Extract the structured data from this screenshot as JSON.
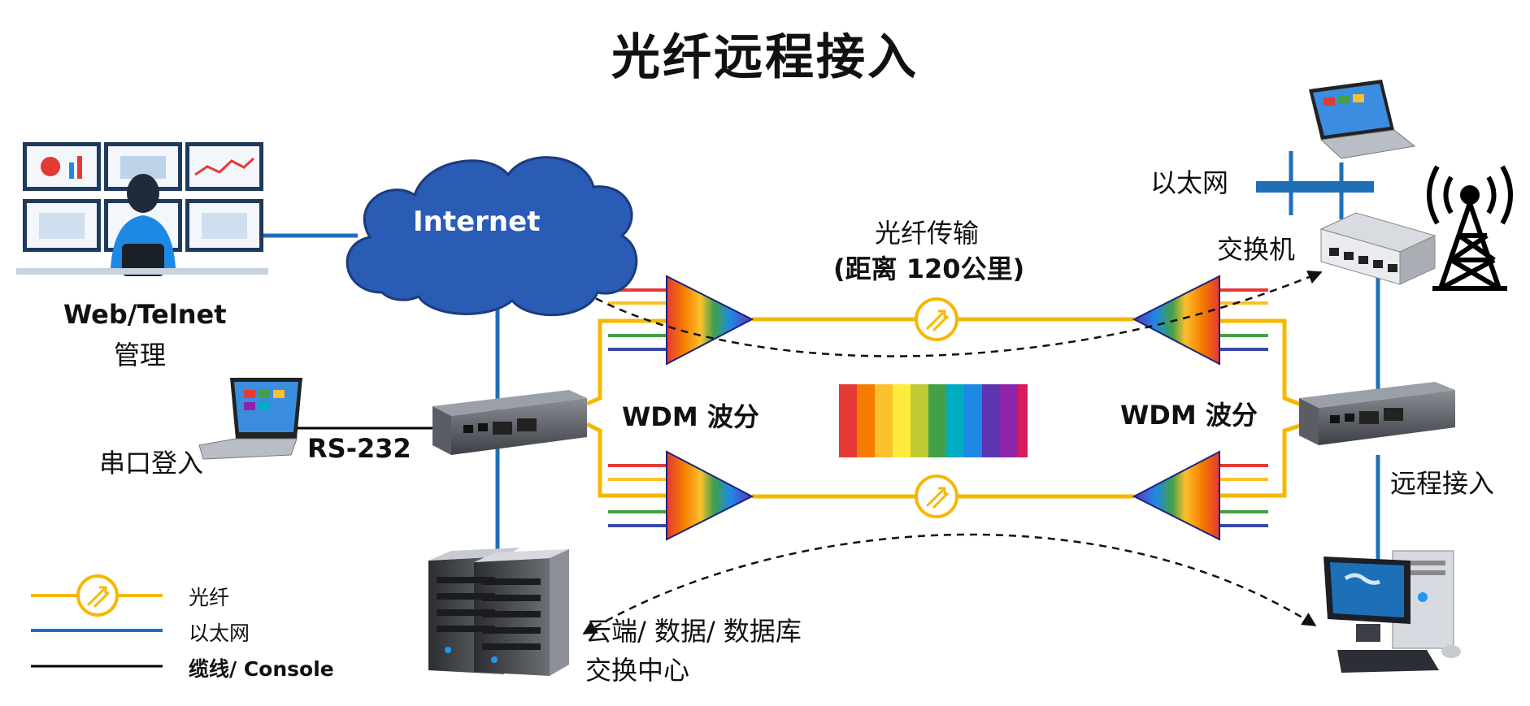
{
  "title": "光纤远程接入",
  "labels": {
    "web_telnet": "Web/Telnet",
    "manage": "管理",
    "internet": "Internet",
    "serial_login": "串口登入",
    "rs232": "RS-232",
    "fiber_transmission": "光纤传输",
    "distance": "(距离 120公里)",
    "wdm_left": "WDM 波分",
    "wdm_right": "WDM 波分",
    "ethernet_top": "以太网",
    "switch": "交换机",
    "remote_access": "远程接入",
    "cloud_data_line1": "云端/ 数据/ 数据库",
    "cloud_data_line2": "交换中心"
  },
  "legend": {
    "items": [
      {
        "label": "光纤",
        "kind": "fiber",
        "color": "#F5B800"
      },
      {
        "label": "以太网",
        "kind": "ethernet",
        "color": "#1F6FB8"
      },
      {
        "label": "缆线/ Console",
        "kind": "cable",
        "color": "#000000"
      }
    ]
  },
  "colors": {
    "fiber": "#F5B800",
    "ethernet": "#1F6FB8",
    "cloud": "#2A5BB5",
    "spectrum": [
      "#E53935",
      "#F57C00",
      "#FBC02D",
      "#C0CA33",
      "#43A047",
      "#00ACC1",
      "#1E88E5",
      "#5E35B1",
      "#8E24AA",
      "#D81B60"
    ]
  },
  "icons": [
    "monitor-wall-operator-icon",
    "cloud-icon",
    "laptop-icon",
    "media-converter-icon",
    "server-rack-icon",
    "switch-icon",
    "antenna-tower-icon",
    "desktop-computer-icon",
    "fiber-coupler-icon",
    "wdm-prism-icon"
  ]
}
